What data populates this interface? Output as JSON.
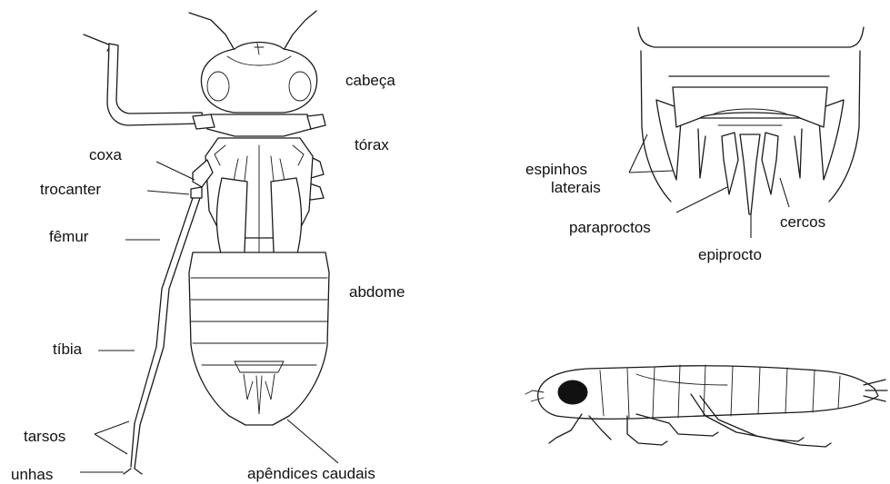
{
  "labels": {
    "cabeca": "cabeça",
    "torax": "tórax",
    "abdome": "abdome",
    "apendices_caudais": "apêndices caudais",
    "coxa": "coxa",
    "trocanter": "trocanter",
    "femur": "fêmur",
    "tibia": "tíbia",
    "tarsos": "tarsos",
    "unhas": "unhas",
    "espinhos_laterais_line1": "espinhos",
    "espinhos_laterais_line2": "laterais",
    "paraproctos": "paraproctos",
    "epiprocto": "epiprocto",
    "cercos": "cercos"
  },
  "colors": {
    "ink": "#1a1a1a",
    "background": "#ffffff",
    "eye": "#111111"
  }
}
